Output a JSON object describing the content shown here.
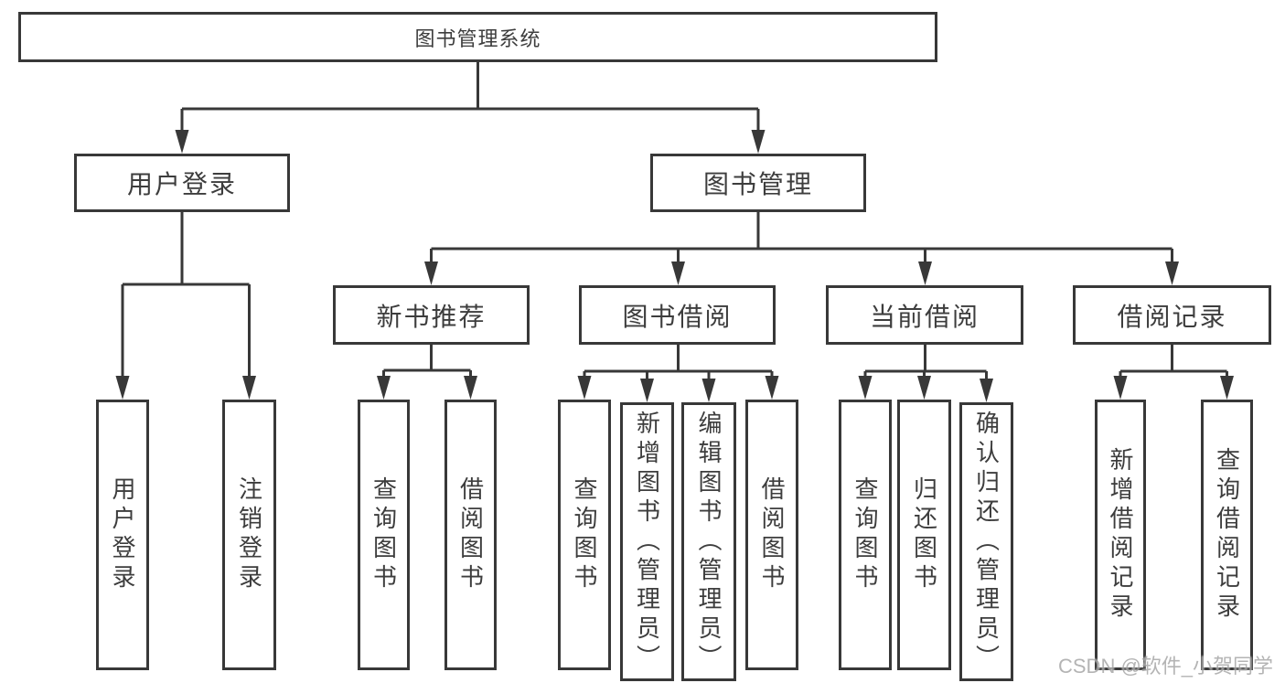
{
  "diagram_title": "图书管理系统",
  "tree": {
    "label": "图书管理系统",
    "children": [
      {
        "label": "用户登录",
        "children": [
          {
            "label": "用户登录"
          },
          {
            "label": "注销登录"
          }
        ]
      },
      {
        "label": "图书管理",
        "children": [
          {
            "label": "新书推荐",
            "children": [
              {
                "label": "查询图书"
              },
              {
                "label": "借阅图书"
              }
            ]
          },
          {
            "label": "图书借阅",
            "children": [
              {
                "label": "查询图书"
              },
              {
                "label": "新增图书（管理员）"
              },
              {
                "label": "编辑图书（管理员）"
              },
              {
                "label": "借阅图书"
              }
            ]
          },
          {
            "label": "当前借阅",
            "children": [
              {
                "label": "查询图书"
              },
              {
                "label": "归还图书"
              },
              {
                "label": "确认归还（管理员）"
              }
            ]
          },
          {
            "label": "借阅记录",
            "children": [
              {
                "label": "新增借阅记录"
              },
              {
                "label": "查询借阅记录"
              }
            ]
          }
        ]
      }
    ]
  },
  "watermark": "CSDN @软件_小贺同学",
  "colors": {
    "line": "#383838",
    "text": "#3d3d3d",
    "box_background": "#ffffff",
    "watermark": "#8c8c8c"
  }
}
